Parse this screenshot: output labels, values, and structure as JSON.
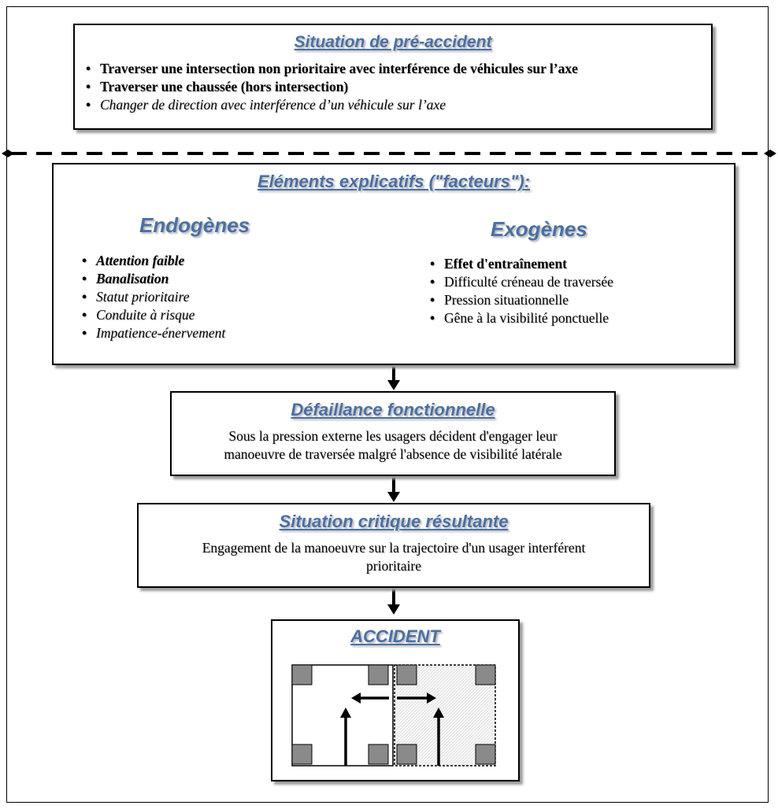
{
  "pre_accident": {
    "title": "Situation de pré-accident",
    "items": [
      {
        "text": "Traverser une intersection non prioritaire avec interférence de véhicules sur l’axe",
        "style": "bold"
      },
      {
        "text": "Traverser une chaussée (hors intersection)",
        "style": "bold"
      },
      {
        "text": "Changer de direction avec interférence d’un véhicule sur l’axe",
        "style": "italic"
      }
    ]
  },
  "factors": {
    "title": "Eléments explicatifs (\"facteurs\"):",
    "endogenes": {
      "heading": "Endogènes",
      "items": [
        {
          "text": "Attention faible",
          "style": "bold italic"
        },
        {
          "text": "Banalisation",
          "style": "bold italic"
        },
        {
          "text": "Statut prioritaire",
          "style": "italic"
        },
        {
          "text": "Conduite à risque",
          "style": "italic"
        },
        {
          "text": "Impatience-énervement",
          "style": "italic"
        }
      ]
    },
    "exogenes": {
      "heading": "Exogènes",
      "items": [
        {
          "text": "Effet d'entraînement",
          "style": "bold"
        },
        {
          "text": "Difficulté créneau de traversée",
          "style": "plain"
        },
        {
          "text": "Pression situationnelle",
          "style": "plain"
        },
        {
          "text": "Gêne à la visibilité ponctuelle",
          "style": "plain"
        }
      ]
    }
  },
  "defaillance": {
    "title": "Défaillance fonctionnelle",
    "line1": "Sous la pression externe les usagers décident d'engager leur",
    "line2": "manoeuvre de traversée malgré l'absence de visibilité latérale"
  },
  "critique": {
    "title": "Situation critique résultante",
    "line1": "Engagement de la manoeuvre sur la trajectoire d'un usager interférent",
    "line2": "prioritaire"
  },
  "accident": {
    "title": "ACCIDENT"
  },
  "colors": {
    "title_blue": "#4a6fa5",
    "shadow": "#9a9a9a",
    "block_gray": "#8a8a8a"
  }
}
